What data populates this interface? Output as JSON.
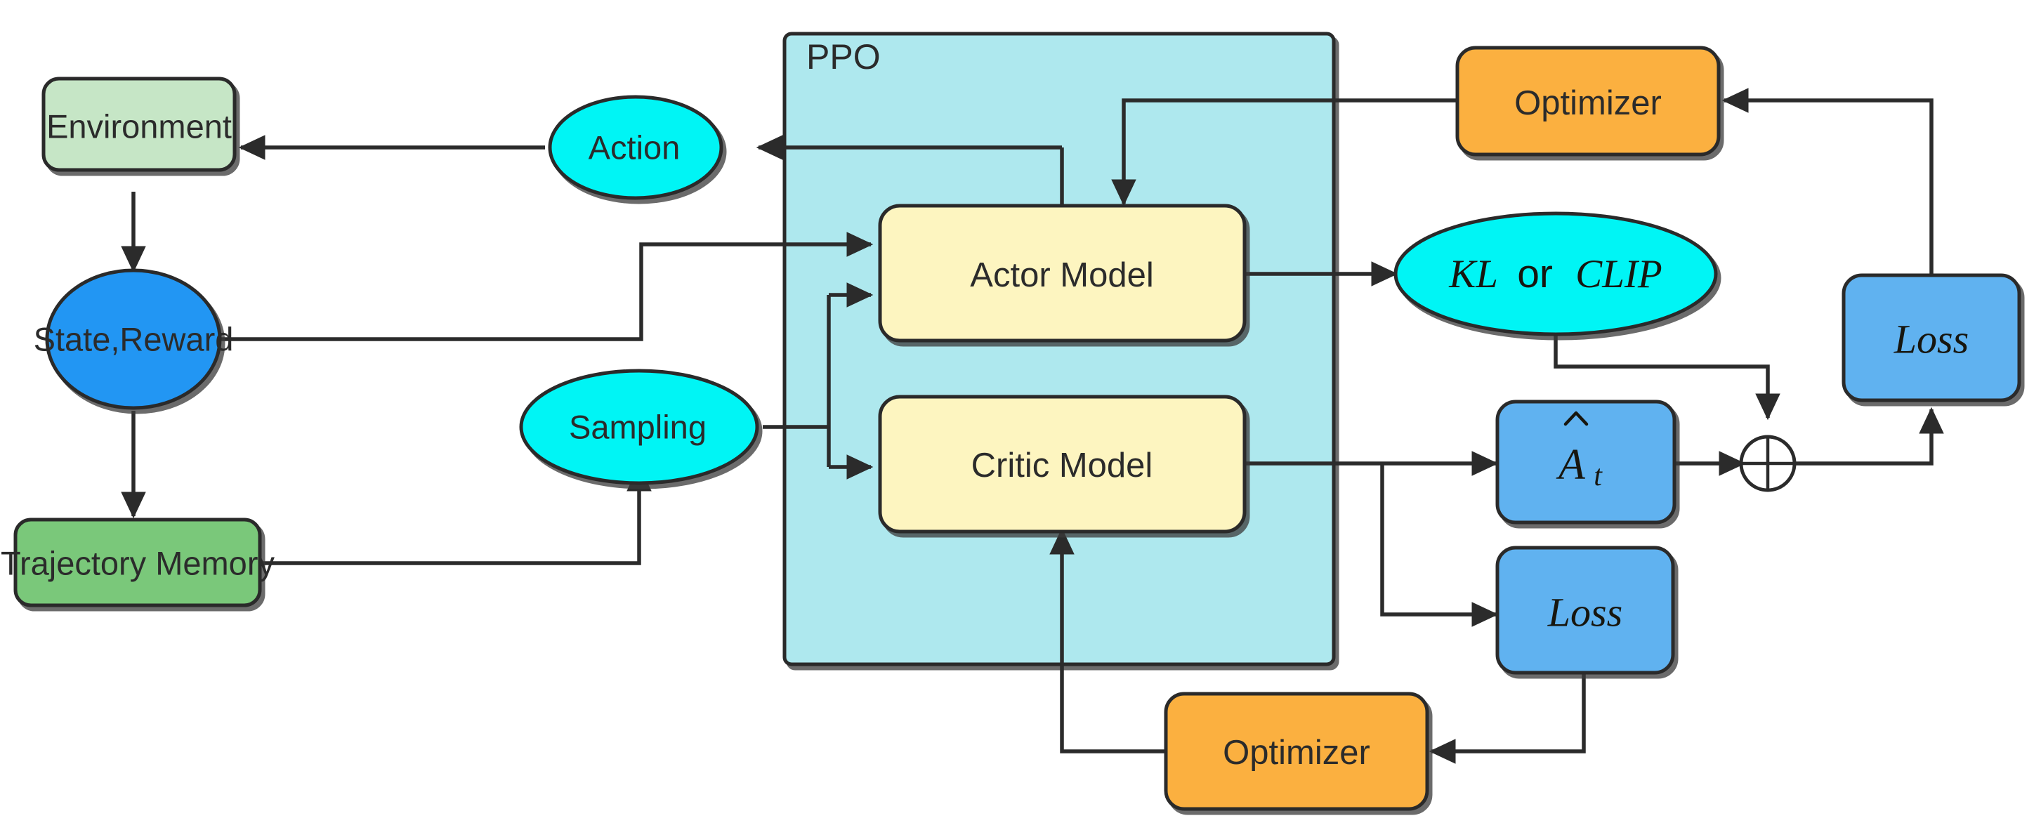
{
  "diagram": {
    "title": "PPO reinforcement learning training loop",
    "group": {
      "label": "PPO",
      "fill": "#aee8ee",
      "stroke": "#2b2b2b"
    },
    "palette": {
      "environment_green": "#c6e6c6",
      "trajectory_green": "#7ac87a",
      "state_blue": "#2196f3",
      "cyan": "#00f5f5",
      "model_yellow": "#fdf5c0",
      "optimizer_orange": "#fbb040",
      "loss_blue": "#61b2f0",
      "outline": "#2b2b2b",
      "page_background": "#ffffff"
    },
    "nodes": [
      {
        "id": "environment",
        "label": "Environment",
        "shape": "rounded-rect",
        "fill": "#c6e6c6",
        "text_style": "sans"
      },
      {
        "id": "state-reward",
        "label": "State,Reward",
        "shape": "ellipse",
        "fill": "#2196f3",
        "text_style": "sans"
      },
      {
        "id": "trajectory-memory",
        "label": "Trajectory Memory",
        "shape": "rounded-rect",
        "fill": "#7ac87a",
        "text_style": "sans"
      },
      {
        "id": "action",
        "label": "Action",
        "shape": "ellipse",
        "fill": "#00f5f5",
        "text_style": "sans"
      },
      {
        "id": "sampling",
        "label": "Sampling",
        "shape": "ellipse",
        "fill": "#00f5f5",
        "text_style": "sans"
      },
      {
        "id": "actor-model",
        "label": "Actor Model",
        "shape": "rounded-rect",
        "fill": "#fdf5c0",
        "text_style": "sans"
      },
      {
        "id": "critic-model",
        "label": "Critic Model",
        "shape": "rounded-rect",
        "fill": "#fdf5c0",
        "text_style": "sans"
      },
      {
        "id": "kl-or-clip",
        "label": "KL or CLIP",
        "shape": "ellipse",
        "fill": "#00f5f5",
        "text_style": "math-mixed",
        "parts": [
          {
            "text": "KL",
            "style": "italic-serif"
          },
          {
            "text": "or",
            "style": "upright-sans"
          },
          {
            "text": "CLIP",
            "style": "italic-serif"
          }
        ]
      },
      {
        "id": "optimizer-actor",
        "label": "Optimizer",
        "shape": "rounded-rect",
        "fill": "#fbb040",
        "text_style": "sans"
      },
      {
        "id": "optimizer-critic",
        "label": "Optimizer",
        "shape": "rounded-rect",
        "fill": "#fbb040",
        "text_style": "sans"
      },
      {
        "id": "advantage",
        "label": "Ât",
        "shape": "rounded-rect",
        "fill": "#61b2f0",
        "text_style": "math",
        "base": "A",
        "accent": "hat",
        "subscript": "t"
      },
      {
        "id": "loss-total",
        "label": "Loss",
        "shape": "rounded-rect",
        "fill": "#61b2f0",
        "text_style": "math"
      },
      {
        "id": "loss-critic",
        "label": "Loss",
        "shape": "rounded-rect",
        "fill": "#61b2f0",
        "text_style": "math"
      },
      {
        "id": "sum-operator",
        "label": "⊕",
        "shape": "circle-plus",
        "fill": "#ffffff",
        "text_style": "symbol"
      }
    ],
    "edges": [
      {
        "from": "environment",
        "to": "state-reward",
        "arrow": true
      },
      {
        "from": "state-reward",
        "to": "trajectory-memory",
        "arrow": true
      },
      {
        "from": "state-reward",
        "to": "actor-model",
        "arrow": true
      },
      {
        "from": "trajectory-memory",
        "to": "sampling",
        "arrow": true
      },
      {
        "from": "sampling",
        "to": "actor-model",
        "arrow": true
      },
      {
        "from": "sampling",
        "to": "critic-model",
        "arrow": true
      },
      {
        "from": "actor-model",
        "to": "action",
        "arrow": true
      },
      {
        "from": "action",
        "to": "environment",
        "arrow": true
      },
      {
        "from": "actor-model",
        "to": "kl-or-clip",
        "arrow": true
      },
      {
        "from": "kl-or-clip",
        "to": "sum-operator",
        "arrow": true
      },
      {
        "from": "critic-model",
        "to": "advantage",
        "arrow": true
      },
      {
        "from": "critic-model",
        "to": "loss-critic",
        "arrow": true
      },
      {
        "from": "advantage",
        "to": "sum-operator",
        "arrow": true
      },
      {
        "from": "sum-operator",
        "to": "loss-total",
        "arrow": true
      },
      {
        "from": "loss-total",
        "to": "optimizer-actor",
        "arrow": true
      },
      {
        "from": "optimizer-actor",
        "to": "actor-model",
        "arrow": true
      },
      {
        "from": "loss-critic",
        "to": "optimizer-critic",
        "arrow": true
      },
      {
        "from": "optimizer-critic",
        "to": "critic-model",
        "arrow": true
      }
    ]
  }
}
